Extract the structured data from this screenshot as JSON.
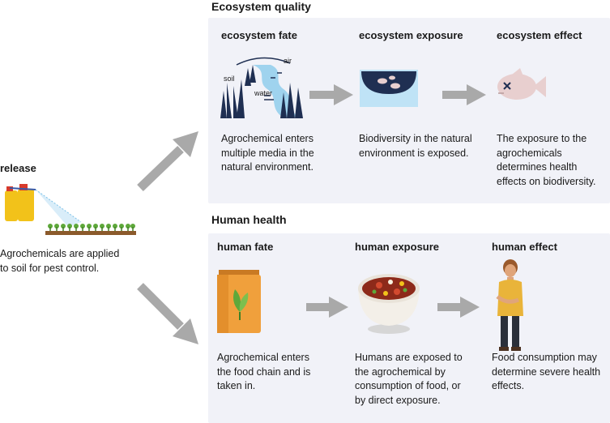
{
  "release": {
    "title": "release",
    "text": "Agrochemicals are applied\nto soil for pest control."
  },
  "ecosystem": {
    "title": "Ecosystem quality",
    "steps": [
      {
        "title": "ecosystem fate",
        "text": "Agrochemical enters\nmultiple media in the\nnatural environment.",
        "labels": {
          "soil": "soil",
          "air": "air",
          "water": "water"
        }
      },
      {
        "title": "ecosystem exposure",
        "text": "Biodiversity in the natural\nenvironment is exposed."
      },
      {
        "title": "ecosystem effect",
        "text": "The exposure to the\nagrochemicals\ndetermines health\neffects on biodiversity."
      }
    ]
  },
  "human": {
    "title": "Human health",
    "steps": [
      {
        "title": "human fate",
        "text": "Agrochemical enters\nthe food chain and is\ntaken in."
      },
      {
        "title": "human exposure",
        "text": "Humans are exposed to\nthe agrochemical by\nconsumption of food, or\nby direct exposure."
      },
      {
        "title": "human effect",
        "text": "Food consumption may\ndetermine severe health\neffects."
      }
    ]
  },
  "colors": {
    "panel": "#f1f2f8",
    "arrow": "#a9a9a9",
    "forest": "#1f2f52",
    "water": "#9fd3ee",
    "sprayer": "#f2c21a",
    "fish": "#e8cfcf",
    "bag": "#f0a03c",
    "soup": "#8d2a1a"
  },
  "icons": [
    "ecosystem-fate-icon",
    "ecosystem-exposure-icon",
    "dead-fish-icon",
    "food-bag-icon",
    "soup-bowl-icon",
    "sick-person-icon",
    "sprayer-icon"
  ]
}
